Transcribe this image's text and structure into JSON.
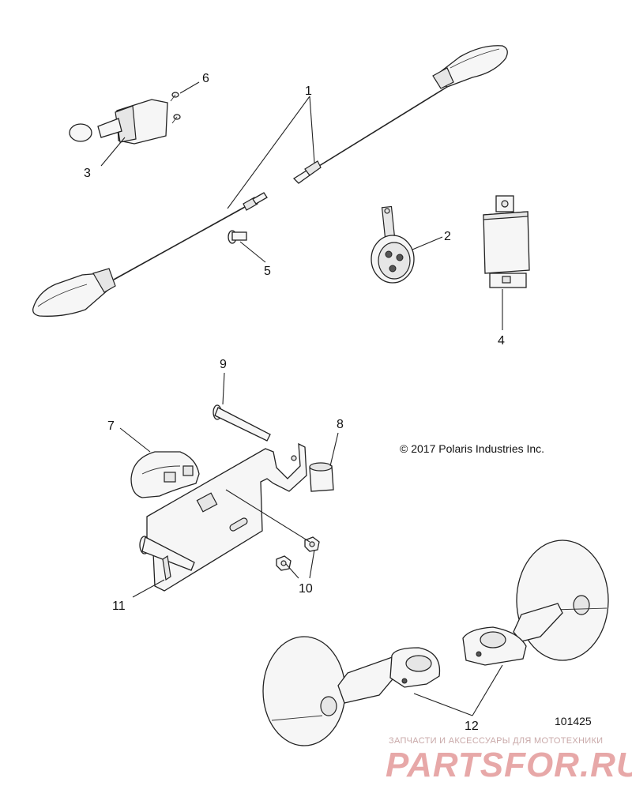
{
  "diagram": {
    "callouts": [
      "1",
      "2",
      "3",
      "4",
      "5",
      "6",
      "7",
      "8",
      "9",
      "10",
      "11",
      "12"
    ],
    "copyright": "© 2017 Polaris Industries Inc.",
    "reference_number": "101425",
    "watermark": {
      "tagline": "ЗАПЧАСТИ И АКСЕССУАРЫ ДЛЯ МОТОТЕХНИКИ",
      "logo": "PARTSFOR.RU"
    }
  }
}
